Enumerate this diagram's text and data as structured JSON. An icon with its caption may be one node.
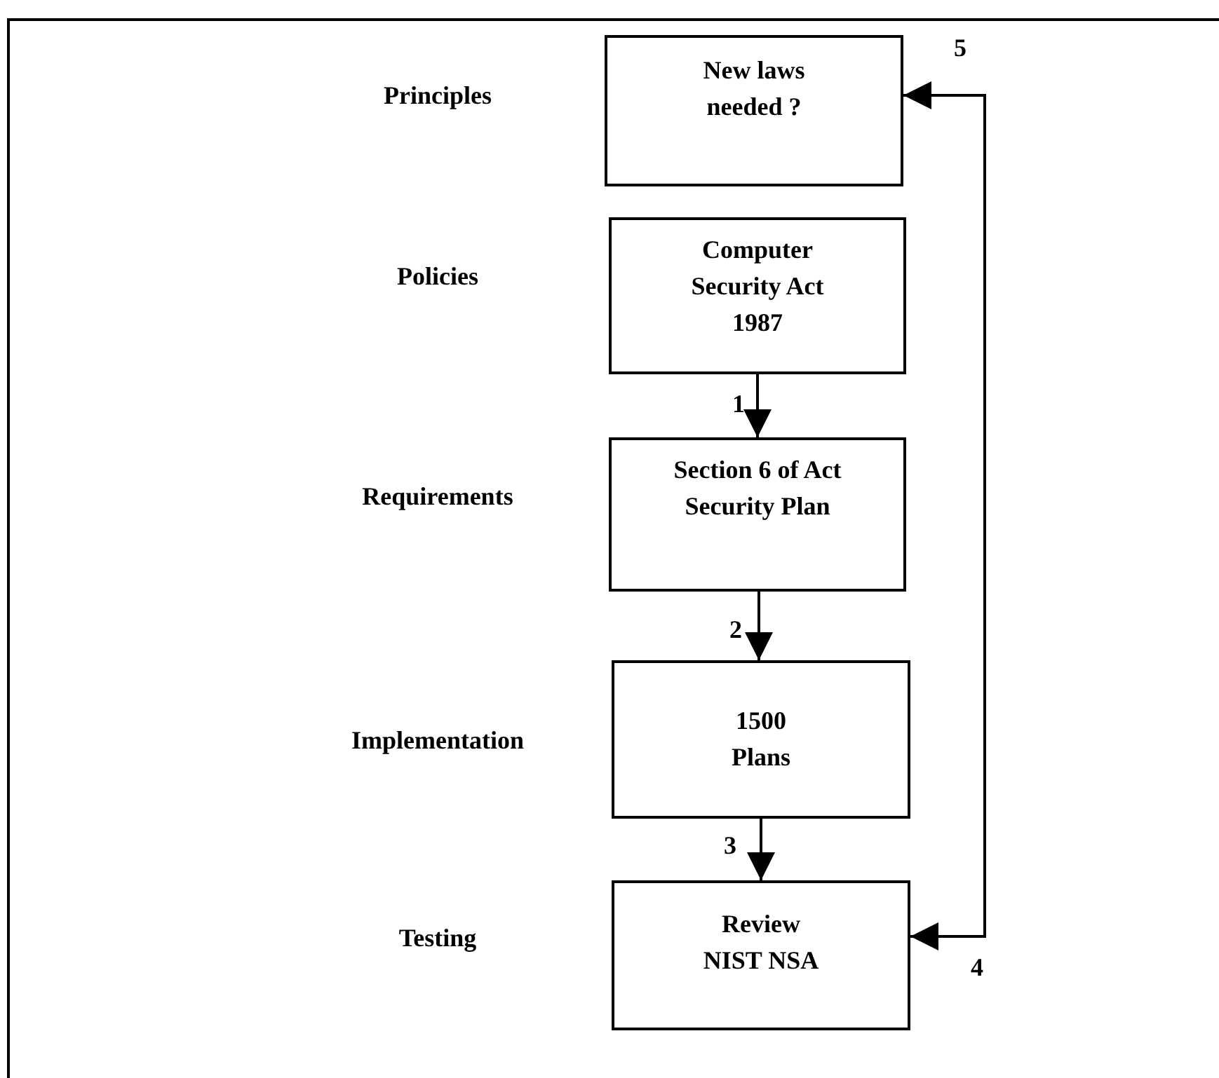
{
  "diagram": {
    "nodes": [
      {
        "text": [
          "New laws needed ?"
        ]
      },
      {
        "text": [
          "Computer Security Act 1987"
        ]
      },
      {
        "text": [
          "Section 6 of Act Security Plan"
        ]
      },
      {
        "text": [
          "1500 Plans"
        ]
      },
      {
        "text": [
          "Review NIST NSA"
        ]
      }
    ],
    "edges": [
      {
        "from": 1,
        "to": 2,
        "arrow": "to",
        "label": "1"
      },
      {
        "from": 2,
        "to": 3,
        "arrow": "to",
        "label": "2"
      },
      {
        "from": 3,
        "to": 4,
        "arrow": "to",
        "label": "3"
      },
      {
        "from": 4,
        "to": 0,
        "arrow": "both"
      }
    ],
    "labels": [
      "Principles",
      "5",
      "Policies",
      "Requirements",
      "Implementation",
      "Testing",
      "4"
    ]
  }
}
